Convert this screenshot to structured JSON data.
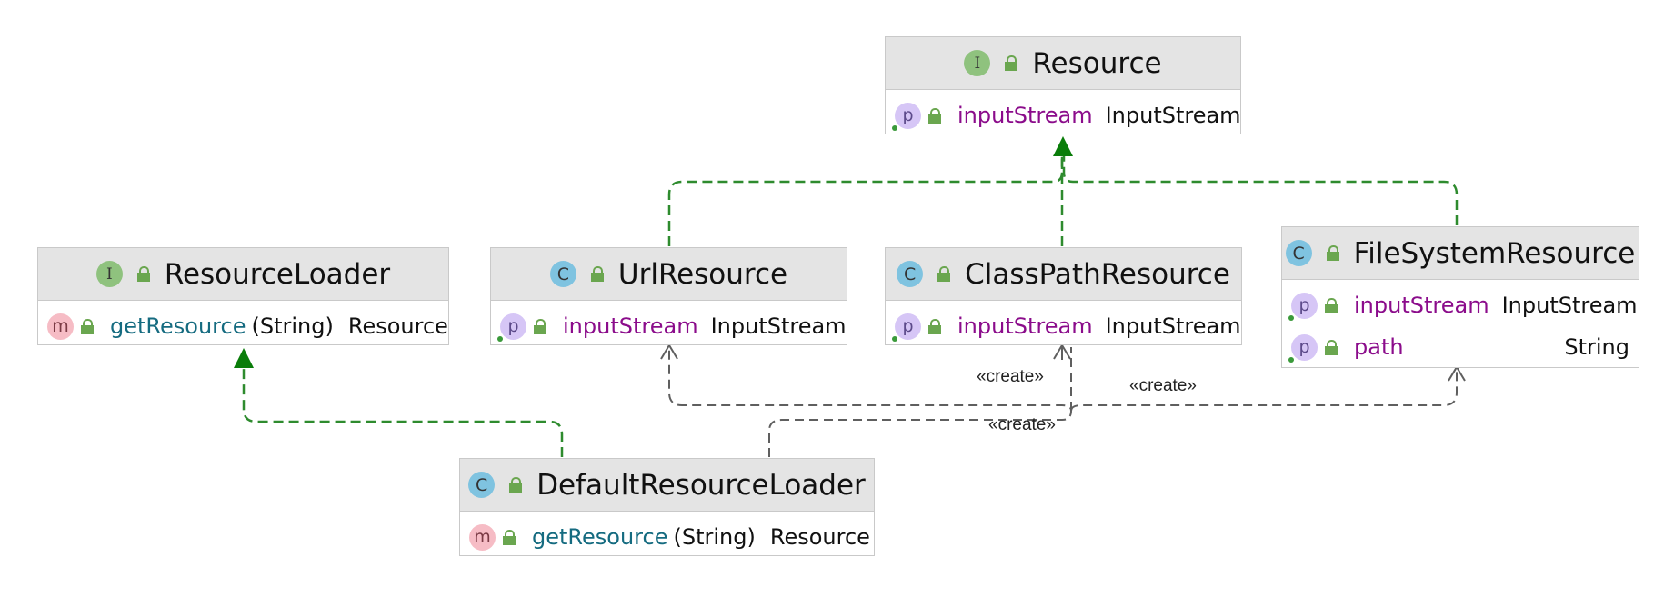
{
  "classes": {
    "resource": {
      "kind": "I",
      "name": "Resource",
      "fields": [
        {
          "badge": "p",
          "name": "inputStream",
          "type": "InputStream"
        }
      ]
    },
    "resource_loader": {
      "kind": "I",
      "name": "ResourceLoader",
      "methods": [
        {
          "badge": "m",
          "name": "getResource",
          "params": "(String)",
          "returns": "Resource"
        }
      ]
    },
    "url_resource": {
      "kind": "C",
      "name": "UrlResource",
      "fields": [
        {
          "badge": "p",
          "name": "inputStream",
          "type": "InputStream"
        }
      ]
    },
    "classpath_resource": {
      "kind": "C",
      "name": "ClassPathResource",
      "fields": [
        {
          "badge": "p",
          "name": "inputStream",
          "type": "InputStream"
        }
      ]
    },
    "filesystem_resource": {
      "kind": "C",
      "name": "FileSystemResource",
      "fields": [
        {
          "badge": "p",
          "name": "inputStream",
          "type": "InputStream"
        },
        {
          "badge": "p",
          "name": "path",
          "type": "String"
        }
      ]
    },
    "default_resource_loader": {
      "kind": "C",
      "name": "DefaultResourceLoader",
      "methods": [
        {
          "badge": "m",
          "name": "getResource",
          "params": "(String)",
          "returns": "Resource"
        }
      ]
    }
  },
  "relations": {
    "create_label_1": "«create»",
    "create_label_2": "«create»",
    "create_label_3": "«create»"
  },
  "colors": {
    "realization": "#2e8b2e",
    "arrowhead": "#0a7d0a",
    "dependency": "#5f5f5f",
    "field_name": "#8b0c8b",
    "method_name": "#156b80",
    "header_bg": "#e4e4e4"
  }
}
